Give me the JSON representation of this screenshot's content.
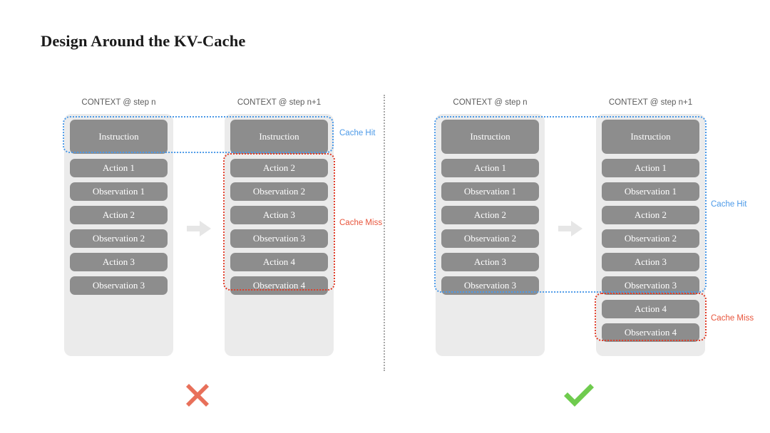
{
  "slide": {
    "title": "Design Around the KV-Cache"
  },
  "colors": {
    "block_fill": "#8d8d8d",
    "panel_fill": "#ebebeb",
    "cache_hit": "#4c9ae8",
    "cache_miss": "#e03d29",
    "legend_miss": "#e8553c",
    "cross": "#e8705a",
    "check": "#6fcb4e",
    "divider": "#a8a8a8",
    "caption": "#5b5b5b",
    "title": "#1a1a1a",
    "arrow": "#e6e6e6"
  },
  "legend": {
    "cache_hit": "Cache Hit",
    "cache_miss": "Cache Miss"
  },
  "captions": {
    "step_n": "CONTEXT @ step n",
    "step_n1": "CONTEXT @ step n+1"
  },
  "bad_example": {
    "verdict_icon": "cross-icon",
    "arrow_icon": "arrow-right-icon",
    "columns": [
      {
        "caption": "CONTEXT @ step n",
        "blocks": [
          {
            "label": "Instruction",
            "tall": true
          },
          {
            "label": "Action 1",
            "tall": false
          },
          {
            "label": "Observation 1",
            "tall": false
          },
          {
            "label": "Action 2",
            "tall": false
          },
          {
            "label": "Observation 2",
            "tall": false
          },
          {
            "label": "Action 3",
            "tall": false
          },
          {
            "label": "Observation 3",
            "tall": false
          }
        ]
      },
      {
        "caption": "CONTEXT @ step n+1",
        "blocks": [
          {
            "label": "Instruction",
            "tall": true
          },
          {
            "label": "Action 2",
            "tall": false
          },
          {
            "label": "Observation 2",
            "tall": false
          },
          {
            "label": "Action 3",
            "tall": false
          },
          {
            "label": "Observation 3",
            "tall": false
          },
          {
            "label": "Action 4",
            "tall": false
          },
          {
            "label": "Observation 4",
            "tall": false
          }
        ]
      }
    ]
  },
  "good_example": {
    "verdict_icon": "check-icon",
    "arrow_icon": "arrow-right-icon",
    "columns": [
      {
        "caption": "CONTEXT @ step n",
        "blocks": [
          {
            "label": "Instruction",
            "tall": true
          },
          {
            "label": "Action 1",
            "tall": false
          },
          {
            "label": "Observation 1",
            "tall": false
          },
          {
            "label": "Action 2",
            "tall": false
          },
          {
            "label": "Observation 2",
            "tall": false
          },
          {
            "label": "Action 3",
            "tall": false
          },
          {
            "label": "Observation 3",
            "tall": false
          }
        ]
      },
      {
        "caption": "CONTEXT @ step n+1",
        "blocks": [
          {
            "label": "Instruction",
            "tall": true
          },
          {
            "label": "Action 1",
            "tall": false
          },
          {
            "label": "Observation 1",
            "tall": false
          },
          {
            "label": "Action 2",
            "tall": false
          },
          {
            "label": "Observation 2",
            "tall": false
          },
          {
            "label": "Action 3",
            "tall": false
          },
          {
            "label": "Observation 3",
            "tall": false
          },
          {
            "label": "Action 4",
            "tall": false
          },
          {
            "label": "Observation 4",
            "tall": false
          }
        ]
      }
    ]
  }
}
